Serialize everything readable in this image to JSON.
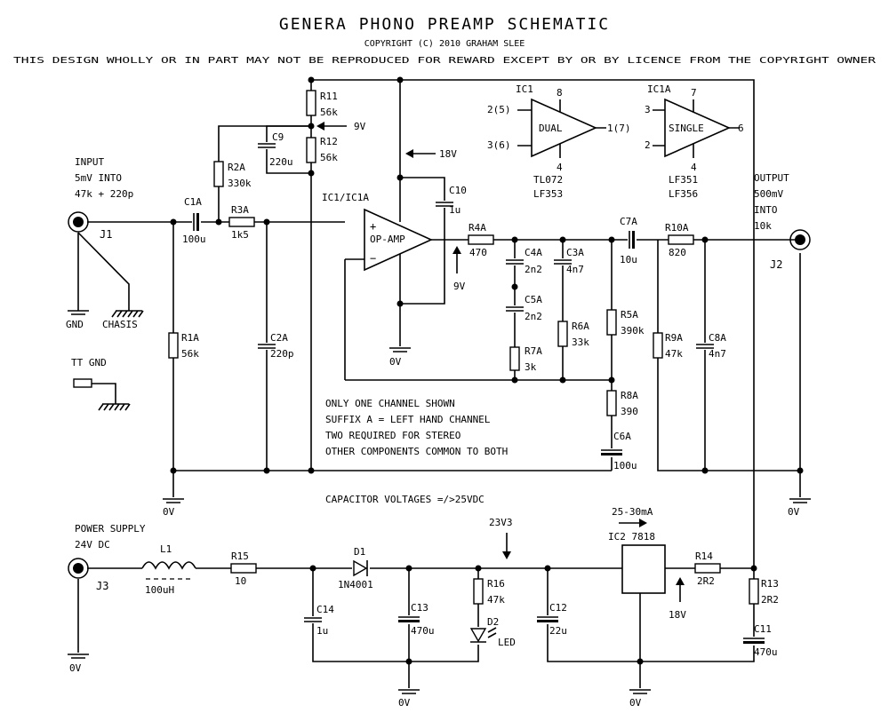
{
  "header": {
    "title": "GENERA PHONO PREAMP SCHEMATIC",
    "copyright": "COPYRIGHT (C) 2010 GRAHAM SLEE",
    "notice": "THIS DESIGN WHOLLY OR IN PART MAY NOT BE REPRODUCED FOR REWARD EXCEPT BY OR BY LICENCE FROM THE COPYRIGHT OWNER"
  },
  "input": {
    "lines": [
      "INPUT",
      "5mV INTO",
      "47k + 220p"
    ],
    "jack": "J1",
    "gnd": "GND",
    "chassis": "CHASIS"
  },
  "tt_gnd": "TT GND",
  "output": {
    "lines": [
      "OUTPUT",
      "500mV",
      "INTO",
      "10k"
    ],
    "jack": "J2"
  },
  "components": {
    "C1A": {
      "ref": "C1A",
      "val": "100u"
    },
    "R1A": {
      "ref": "R1A",
      "val": "56k"
    },
    "R2A": {
      "ref": "R2A",
      "val": "330k"
    },
    "R3A": {
      "ref": "R3A",
      "val": "1k5"
    },
    "C2A": {
      "ref": "C2A",
      "val": "220p"
    },
    "C9": {
      "ref": "C9",
      "val": "220u"
    },
    "R11": {
      "ref": "R11",
      "val": "56k"
    },
    "R12": {
      "ref": "R12",
      "val": "56k"
    },
    "C10": {
      "ref": "C10",
      "val": "1u"
    },
    "R4A": {
      "ref": "R4A",
      "val": "470"
    },
    "C4A": {
      "ref": "C4A",
      "val": "2n2"
    },
    "C5A": {
      "ref": "C5A",
      "val": "2n2"
    },
    "R7A": {
      "ref": "R7A",
      "val": "3k"
    },
    "C3A": {
      "ref": "C3A",
      "val": "4n7"
    },
    "R6A": {
      "ref": "R6A",
      "val": "33k"
    },
    "C7A": {
      "ref": "C7A",
      "val": "10u"
    },
    "R5A": {
      "ref": "R5A",
      "val": "390k"
    },
    "R8A": {
      "ref": "R8A",
      "val": "390"
    },
    "C6A": {
      "ref": "C6A",
      "val": "100u"
    },
    "R10A": {
      "ref": "R10A",
      "val": "820"
    },
    "R9A": {
      "ref": "R9A",
      "val": "47k"
    },
    "C8A": {
      "ref": "C8A",
      "val": "4n7"
    },
    "L1": {
      "ref": "L1",
      "val": "100uH"
    },
    "R15": {
      "ref": "R15",
      "val": "10"
    },
    "D1": {
      "ref": "D1",
      "val": "1N4001"
    },
    "C14": {
      "ref": "C14",
      "val": "1u"
    },
    "C13": {
      "ref": "C13",
      "val": "470u"
    },
    "R16": {
      "ref": "R16",
      "val": "47k"
    },
    "D2": {
      "ref": "D2",
      "val": "LED"
    },
    "C12": {
      "ref": "C12",
      "val": "22u"
    },
    "IC2": {
      "ref": "IC2 7818"
    },
    "R14": {
      "ref": "R14",
      "val": "2R2"
    },
    "R13": {
      "ref": "R13",
      "val": "2R2"
    },
    "C11": {
      "ref": "C11",
      "val": "470u"
    }
  },
  "opamp": {
    "ref": "IC1/IC1A",
    "label": "OP-AMP",
    "plus": "+",
    "minus": "−"
  },
  "ic_dual": {
    "ref": "IC1",
    "label": "DUAL",
    "pin_top": "8",
    "pin_bottom": "4",
    "pin_plus": "2(5)",
    "pin_minus": "3(6)",
    "pin_out": "1(7)",
    "part1": "TL072",
    "part2": "LF353"
  },
  "ic_single": {
    "ref": "IC1A",
    "label": "SINGLE",
    "pin_top": "7",
    "pin_bottom": "4",
    "pin_plus": "3",
    "pin_minus": "2",
    "pin_out": "6",
    "part1": "LF351",
    "part2": "LF356"
  },
  "voltages": {
    "v9_top": "9V",
    "v18": "18V",
    "v9_out": "9V",
    "v23": "23V3",
    "v18_reg": "18V",
    "current": "25-30mA",
    "zero": "0V"
  },
  "notes": [
    "ONLY ONE CHANNEL SHOWN",
    "SUFFIX A = LEFT HAND CHANNEL",
    "TWO REQUIRED FOR STEREO",
    "OTHER COMPONENTS COMMON TO BOTH"
  ],
  "cap_note": "CAPACITOR VOLTAGES =/>25VDC",
  "power": {
    "lines": [
      "POWER SUPPLY",
      "24V DC"
    ],
    "jack": "J3"
  }
}
